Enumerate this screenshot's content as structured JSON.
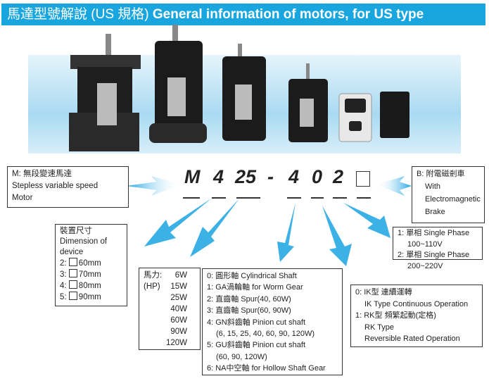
{
  "title": {
    "cn": "馬達型號解說 (US 規格)",
    "en": "General information of motors,  for US type"
  },
  "code": {
    "chars": [
      "M",
      "4",
      "25",
      "-",
      "4",
      "0",
      "2"
    ],
    "brake_placeholder": "□"
  },
  "motor_type": {
    "lines": [
      "M: 無段變速馬達",
      "Stepless variable speed",
      "Motor"
    ]
  },
  "brake": {
    "lines": [
      "B: 附電磁剎車",
      "With",
      "Electromagnetic",
      "Brake"
    ]
  },
  "dimension": {
    "title": [
      "裝置尺寸",
      "Dimension of",
      "device"
    ],
    "items": [
      {
        "code": "2:",
        "size": "60mm"
      },
      {
        "code": "3:",
        "size": "70mm"
      },
      {
        "code": "4:",
        "size": "80mm"
      },
      {
        "code": "5:",
        "size": "90mm"
      }
    ]
  },
  "power": {
    "label1": "馬力:",
    "label2": "(HP)",
    "values": [
      "6W",
      "15W",
      "25W",
      "40W",
      "60W",
      "90W",
      "120W"
    ]
  },
  "shaft": {
    "lines": [
      "0: 圓形軸 Cylindrical Shaft",
      "1: GA渦輪軸 for Worm Gear",
      "2: 直齒軸 Spur(40, 60W)",
      "3: 直齒軸 Spur(60, 90W)",
      "4: GN斜齒軸 Pinion cut shaft",
      "(6, 15, 25, 40, 60, 90, 120W)",
      "5: GU斜齒軸 Pinion cut shaft",
      "(60, 90, 120W)",
      "6: NA中空軸 for Hollow Shaft Gear"
    ]
  },
  "phase": {
    "lines": [
      "1: 單相 Single Phase",
      "100~110V",
      "2: 單相 Single Phase",
      "200~220V"
    ]
  },
  "operation": {
    "lines": [
      "0: IK型 連續運轉",
      "IK Type Continuous Operation",
      "1: RK型 頻繁起動(定格)",
      "RK Type",
      "Reversible Rated Operation"
    ]
  },
  "colors": {
    "title_bg": "#19a6df",
    "arrow": "#1aa3e0"
  }
}
